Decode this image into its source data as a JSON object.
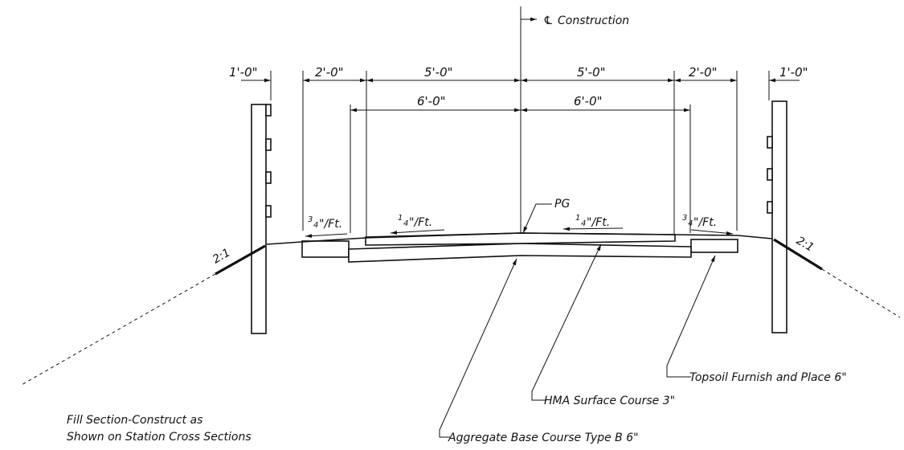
{
  "centerline": {
    "symbol": "℄",
    "label": "Construction"
  },
  "dimensions": {
    "top_row": [
      "1'-0\"",
      "2'-0\"",
      "5'-0\"",
      "5'-0\"",
      "2'-0\"",
      "1'-0\""
    ],
    "second_row": [
      "6'-0\"",
      "6'-0\""
    ]
  },
  "slopes": {
    "left_shoulder": {
      "num": "3",
      "den": "4",
      "unit": "\"/Ft."
    },
    "left_lane": {
      "num": "1",
      "den": "4",
      "unit": "\"/Ft."
    },
    "right_lane": {
      "num": "1",
      "den": "4",
      "unit": "\"/Ft."
    },
    "right_shoulder": {
      "num": "3",
      "den": "4",
      "unit": "\"/Ft."
    },
    "left_embankment": "2:1",
    "right_embankment": "2:1"
  },
  "callouts": {
    "profile_grade": "PG",
    "topsoil": "Topsoil Furnish and Place 6\"",
    "hma": "HMA Surface Course 3\"",
    "aggregate": "Aggregate Base Course Type B 6\""
  },
  "note": {
    "line1": "Fill Section-Construct as",
    "line2": "Shown on Station Cross Sections"
  }
}
